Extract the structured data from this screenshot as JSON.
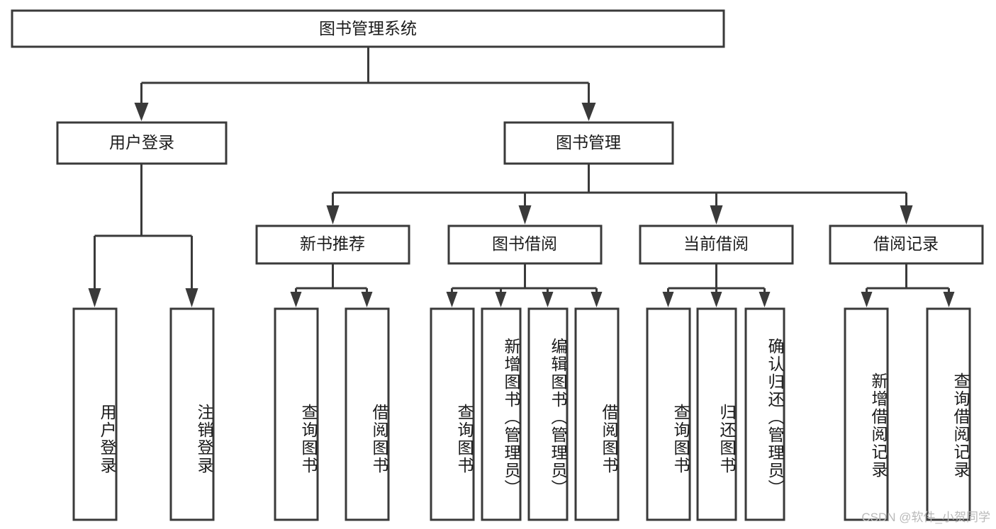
{
  "diagram": {
    "type": "tree-hierarchy",
    "title": "图书管理系统",
    "orientation": "top-down",
    "root": {
      "id": "root",
      "label": "图书管理系统",
      "text_direction": "horizontal"
    },
    "level2": [
      {
        "id": "user-login",
        "label": "用户登录",
        "text_direction": "horizontal"
      },
      {
        "id": "book-manage",
        "label": "图书管理",
        "text_direction": "horizontal"
      }
    ],
    "level3": [
      {
        "id": "new-book-rec",
        "label": "新书推荐",
        "parent": "book-manage",
        "text_direction": "horizontal"
      },
      {
        "id": "book-borrow",
        "label": "图书借阅",
        "parent": "book-manage",
        "text_direction": "horizontal"
      },
      {
        "id": "current-borrow",
        "label": "当前借阅",
        "parent": "book-manage",
        "text_direction": "horizontal"
      },
      {
        "id": "borrow-record",
        "label": "借阅记录",
        "parent": "book-manage",
        "text_direction": "horizontal"
      }
    ],
    "leaves": [
      {
        "id": "leaf-user-login",
        "label": "用户登录",
        "parent": "user-login",
        "text_direction": "vertical"
      },
      {
        "id": "leaf-logout",
        "label": "注销登录",
        "parent": "user-login",
        "text_direction": "vertical"
      },
      {
        "id": "leaf-query-book-1",
        "label": "查询图书",
        "parent": "new-book-rec",
        "text_direction": "vertical"
      },
      {
        "id": "leaf-borrow-book-1",
        "label": "借阅图书",
        "parent": "new-book-rec",
        "text_direction": "vertical"
      },
      {
        "id": "leaf-query-book-2",
        "label": "查询图书",
        "parent": "book-borrow",
        "text_direction": "vertical"
      },
      {
        "id": "leaf-add-book",
        "label": "新增图书（管理员）",
        "parent": "book-borrow",
        "text_direction": "vertical"
      },
      {
        "id": "leaf-edit-book",
        "label": "编辑图书（管理员）",
        "parent": "book-borrow",
        "text_direction": "vertical"
      },
      {
        "id": "leaf-borrow-book-2",
        "label": "借阅图书",
        "parent": "book-borrow",
        "text_direction": "vertical"
      },
      {
        "id": "leaf-query-book-3",
        "label": "查询图书",
        "parent": "current-borrow",
        "text_direction": "vertical"
      },
      {
        "id": "leaf-return-book",
        "label": "归还图书",
        "parent": "current-borrow",
        "text_direction": "vertical"
      },
      {
        "id": "leaf-confirm-return",
        "label": "确认归还（管理员）",
        "parent": "current-borrow",
        "text_direction": "vertical"
      },
      {
        "id": "leaf-add-record",
        "label": "新增借阅记录",
        "parent": "borrow-record",
        "text_direction": "vertical"
      },
      {
        "id": "leaf-query-record",
        "label": "查询借阅记录",
        "parent": "borrow-record",
        "text_direction": "vertical"
      }
    ],
    "colors": {
      "box_fill": "#ffffff",
      "box_stroke": "#3a3a3a",
      "line": "#3a3a3a",
      "text": "#1b1b1b",
      "background": "#ffffff",
      "watermark": "#b9b9b9"
    }
  },
  "watermark": {
    "text": "CSDN @软件_小贺同学"
  }
}
